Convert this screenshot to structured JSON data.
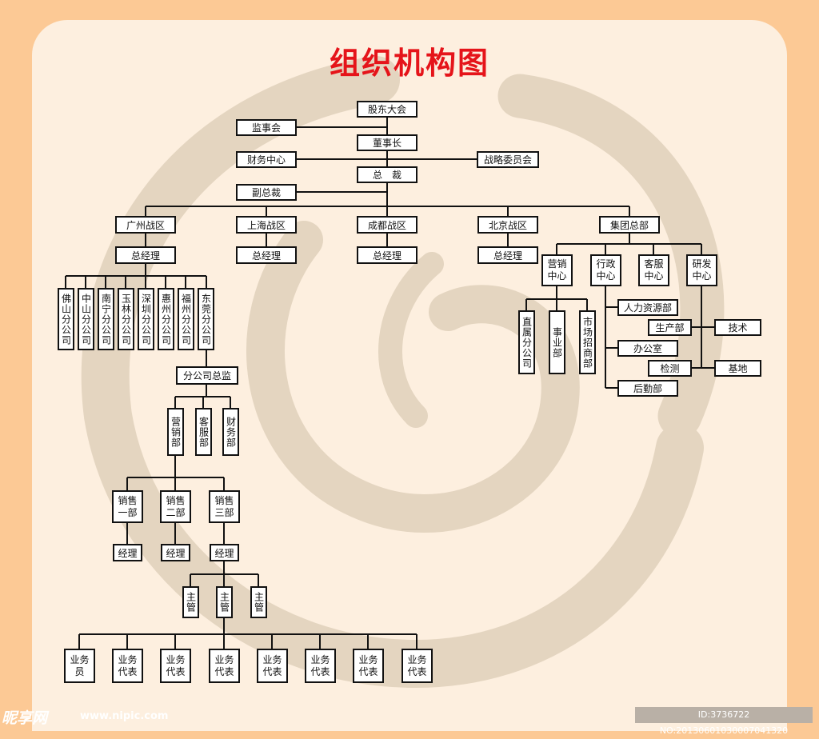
{
  "title": "组织机构图",
  "colors": {
    "background": "#fcc995",
    "panel": "#fdefdf",
    "title": "#e5141a",
    "swirl": "#e4d5c0",
    "line": "#111111"
  },
  "nodes": {
    "shareholders": "股东大会",
    "supervisory_board": "监事会",
    "chairman": "董事长",
    "finance_center": "财务中心",
    "strategy_committee": "战略委员会",
    "president": "总　裁",
    "vice_president": "副总裁",
    "guangzhou": "广州战区",
    "shanghai": "上海战区",
    "chengdu": "成都战区",
    "beijing": "北京战区",
    "group_hq": "集团总部",
    "gm_guangzhou": "总经理",
    "gm_shanghai": "总经理",
    "gm_chengdu": "总经理",
    "gm_beijing": "总经理",
    "branches": [
      "佛山分公司",
      "中山分公司",
      "南宁分公司",
      "玉林分公司",
      "深圳分公司",
      "惠州分公司",
      "福州分公司",
      "东莞分公司"
    ],
    "branch_director": "分公司总监",
    "branch_depts": [
      "营销部",
      "客服部",
      "财务部"
    ],
    "sales_units": [
      "销售一部",
      "销售二部",
      "销售三部"
    ],
    "managers": [
      "经理",
      "经理",
      "经理"
    ],
    "supervisors": [
      "主管",
      "主管",
      "主管"
    ],
    "staff": [
      "业务员",
      "业务代表",
      "业务代表",
      "业务代表",
      "业务代表",
      "业务代表",
      "业务代表",
      "业务代表"
    ],
    "hq_centers": [
      "营销中心",
      "行政中心",
      "客服中心",
      "研发中心"
    ],
    "marketing_depts": [
      "直属分公司",
      "事业部",
      "市场招商部"
    ],
    "admin_depts": [
      "人力资源部",
      "办公室",
      "后勤部"
    ],
    "production": "生产部",
    "inspection": "检测",
    "technology": "技术",
    "base": "基地"
  },
  "watermark": {
    "logo": "昵享网",
    "url": "www.nipic.com",
    "image_id": "ID:3736722 NO:20130601030007041320"
  }
}
